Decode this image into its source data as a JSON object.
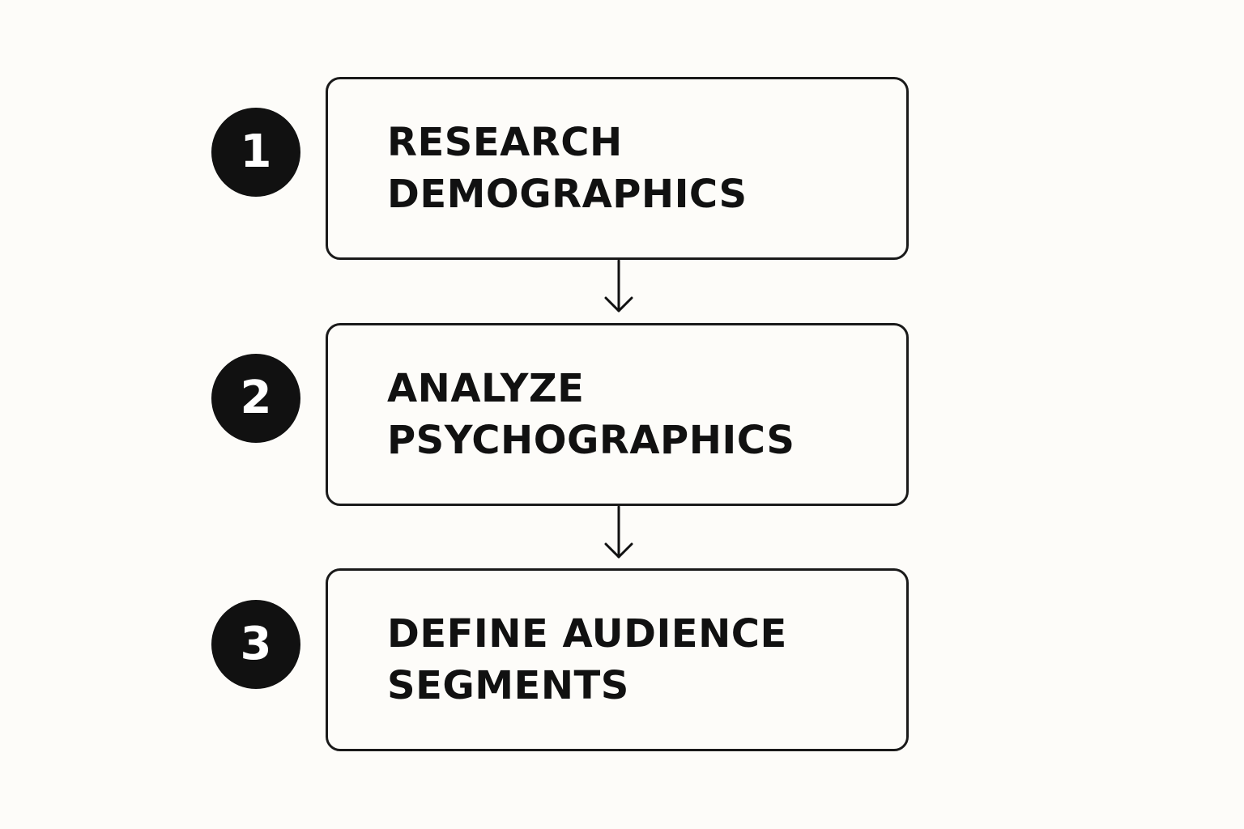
{
  "steps": [
    {
      "number": "1",
      "label": "RESEARCH\nDEMOGRAPHICS"
    },
    {
      "number": "2",
      "label": "ANALYZE\nPSYCHOGRAPHICS"
    },
    {
      "number": "3",
      "label": "DEFINE AUDIENCE\nSEGMENTS"
    }
  ],
  "colors": {
    "background": "#fdfcf9",
    "ink": "#111111",
    "badge_text": "#ffffff"
  }
}
